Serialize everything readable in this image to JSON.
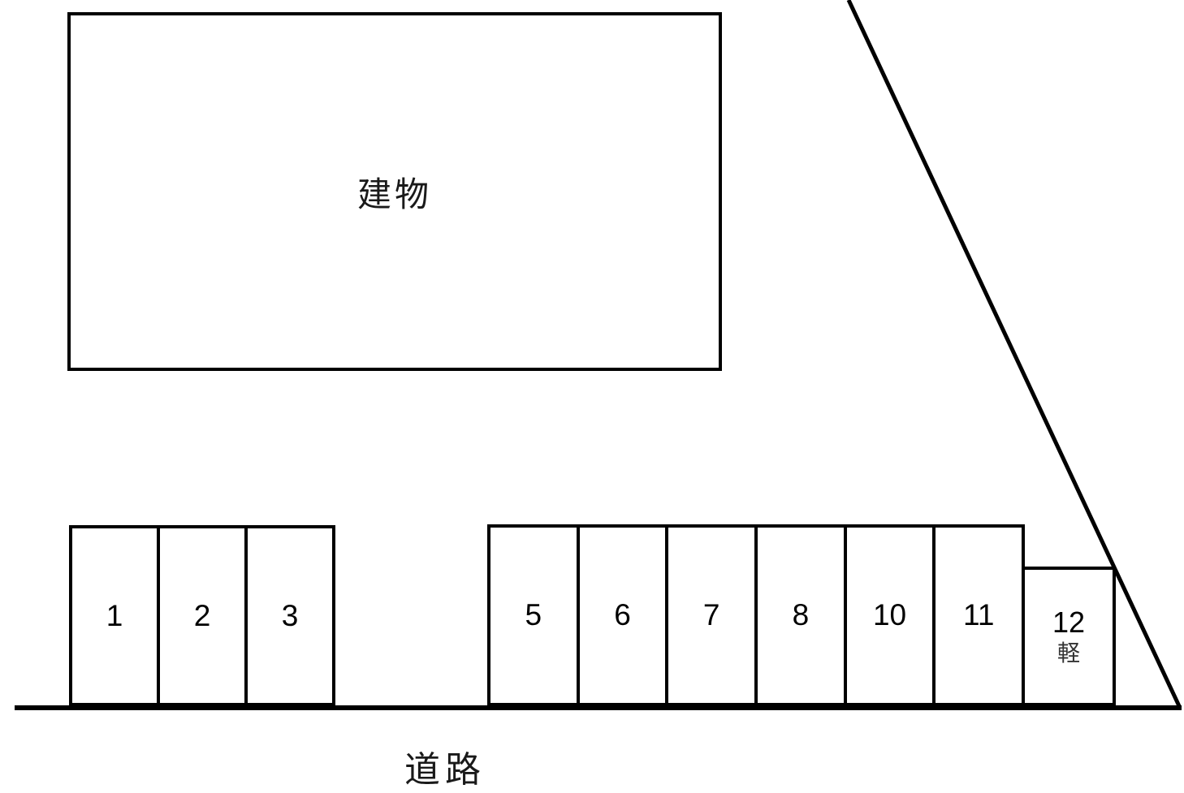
{
  "labels": {
    "building": "建物",
    "road": "道路"
  },
  "parking": {
    "left_spaces": [
      "1",
      "2",
      "3"
    ],
    "right_spaces": [
      "5",
      "6",
      "7",
      "8",
      "10",
      "11"
    ],
    "kei_space": {
      "number": "12",
      "type": "軽"
    }
  },
  "colors": {
    "line": "#000000",
    "background": "#ffffff"
  }
}
